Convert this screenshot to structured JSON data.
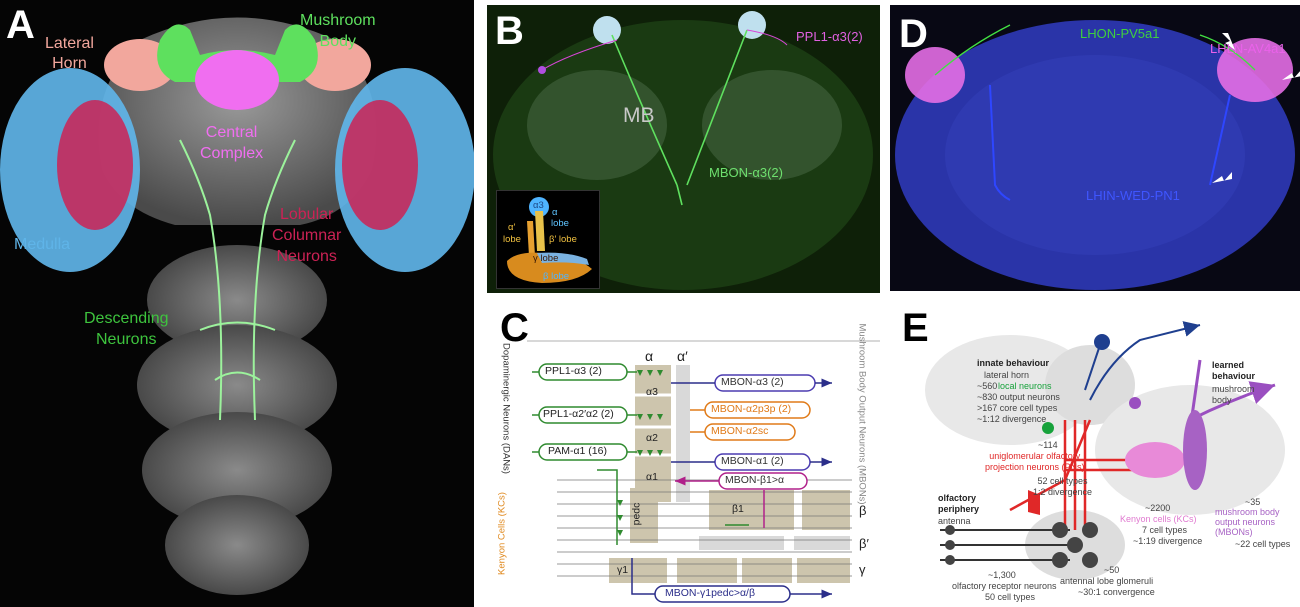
{
  "panelA": {
    "letter": "A",
    "labels": {
      "lateral_horn": [
        "Lateral",
        "Horn"
      ],
      "mushroom_body": [
        "Mushroom",
        "Body"
      ],
      "central_complex": [
        "Central",
        "Complex"
      ],
      "medulla": "Medulla",
      "lobular": [
        "Lobular",
        "Columnar",
        "Neurons"
      ],
      "descending": [
        "Descending",
        "Neurons"
      ]
    },
    "colors": {
      "lateral_horn": "#f2a79d",
      "mushroom_body": "#5ee05e",
      "central_complex": "#f06ef0",
      "medulla": "#5fb4e8",
      "lobular": "#cc2255",
      "descending": "#3ec43e"
    }
  },
  "panelB": {
    "letter": "B",
    "labels": {
      "ppl1": "PPL1-α3(2)",
      "mb": "MB",
      "mbon": "MBON-α3(2)"
    },
    "inset": {
      "a3": "α3",
      "alpha": "α",
      "alpha_lobe": "lobe",
      "alpha_prime": "α′",
      "alpha_prime_lobe": "lobe",
      "beta_prime": "β′ lobe",
      "gamma": "γ lobe",
      "beta": "β lobe"
    }
  },
  "panelC": {
    "letter": "C",
    "header": {
      "alpha": "α",
      "alpha_prime": "α′"
    },
    "dan_side": "Dopaminergic Neurons (DANs)",
    "mbon_side": "Mushroom Body Output Neurons (MBONs)",
    "kc_side": "Kenyon Cells (KCs)",
    "dans": [
      "PPL1-α3 (2)",
      "PPL1-α2′α2 (2)",
      "PAM-α1 (16)"
    ],
    "mbons": [
      "MBON-α3 (2)",
      "MBON-α2p3p (2)",
      "MBON-α2sc",
      "MBON-α1 (2)",
      "MBON-β1>α",
      "MBON-γ1pedc>α/β"
    ],
    "compartments": [
      "α3",
      "α2",
      "α1",
      "pedc",
      "β1",
      "γ1"
    ],
    "lobes": [
      "β",
      "β′",
      "γ"
    ]
  },
  "panelD": {
    "letter": "D",
    "labels": {
      "lhon": "LHON-PV5a1",
      "lhln": "LHLN-AV4a1",
      "lhin": "LHIN-WED-PN1"
    }
  },
  "panelE": {
    "letter": "E",
    "innate": {
      "title": "innate behaviour",
      "lines": [
        "lateral horn",
        "~560",
        "local neurons",
        "~830 output neurons",
        ">167 core cell types",
        "~1:12 divergence"
      ]
    },
    "learned": {
      "title": [
        "learned",
        "behaviour"
      ],
      "lines": [
        "mushroom",
        "body"
      ]
    },
    "pn": {
      "count": "~114",
      "name": [
        "uniglomerular olfactory",
        "projection neurons (PNs)"
      ],
      "lines": [
        "52 cell types",
        "1:2 divergence"
      ]
    },
    "olfactory": {
      "title": [
        "olfactory",
        "periphery"
      ],
      "sub": "antenna",
      "count": "~1,300",
      "name": "olfactory receptor neurons",
      "types": "50 cell types"
    },
    "kc": {
      "count": "~2200",
      "name": "Kenyon cells (KCs)",
      "lines": [
        "7 cell types",
        "~1:19 divergence"
      ]
    },
    "mbon": {
      "count": "~35",
      "name": [
        "mushroom body",
        "output neurons",
        "(MBONs)"
      ],
      "types": "~22 cell types"
    },
    "glom": {
      "count": "~50",
      "name": "antennal lobe glomeruli",
      "conv": "~30:1 convergence"
    }
  }
}
